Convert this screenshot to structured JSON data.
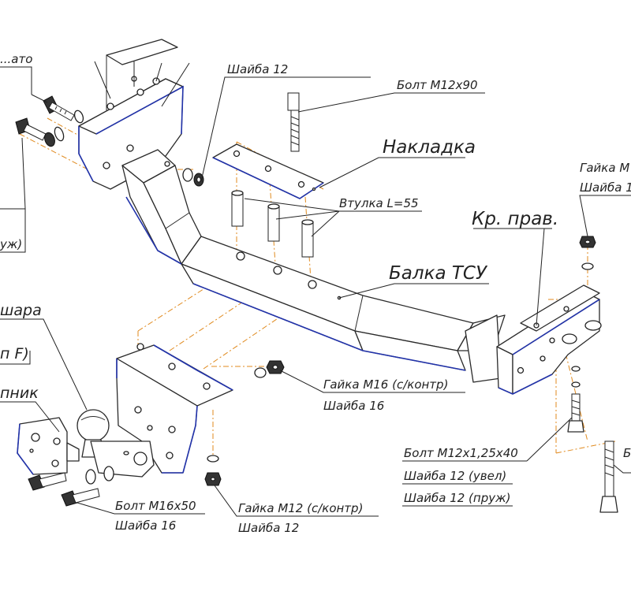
{
  "labels": {
    "top_left_clip": "...ато",
    "washer_12_top": "Шайба 12",
    "bolt_m12x90": "Болт М12х90",
    "nakladka": "Накладка",
    "vtulka": "Втулка L=55",
    "kr_prav": "Кр. прав.",
    "balka_tsu": "Балка ТСУ",
    "right_top_1": "Гайка М",
    "right_top_2": "Шайба 1",
    "left_mid_1": "",
    "left_mid_2": "уж)",
    "shara": "шара",
    "n_f": "п F)",
    "plastina": "пник",
    "nut_m16": "Гайка М16 (с/контр)",
    "washer_16_mid": "Шайба 16",
    "bolt_m12x125x40": "Болт М12х1,25х40",
    "washer_12_uvel": "Шайба 12 (увел)",
    "washer_12_pruzh": "Шайба 12 (пруж)",
    "bolt_m16x50": "Болт М16х50",
    "washer_16_bottom": "Шайба 16",
    "nut_m12": "Гайка М12 (с/контр)",
    "washer_12_bottom": "Шайба 12",
    "right_bottom_clip": "Б"
  }
}
